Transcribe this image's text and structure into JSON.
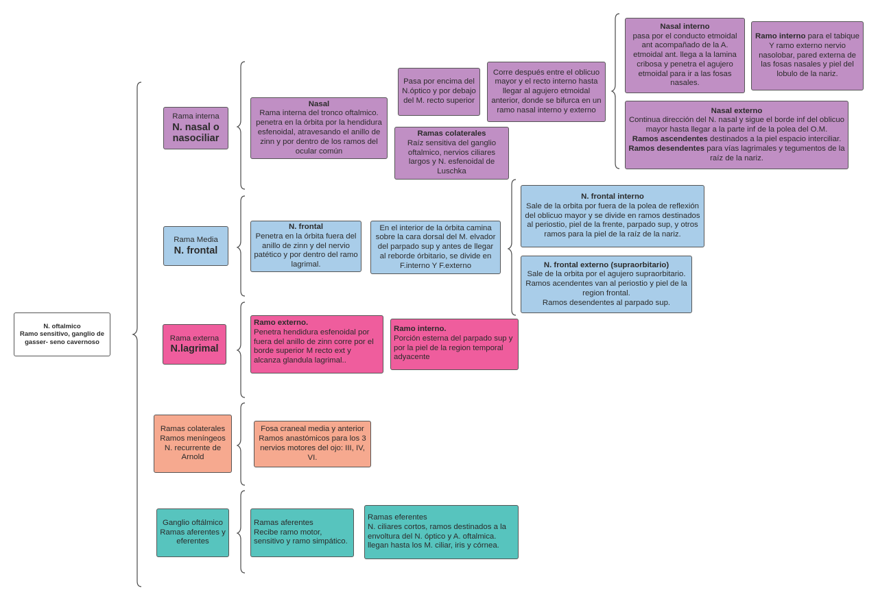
{
  "root": {
    "title": "N. oftalmico",
    "subtitle": "Ramo sensitivo, ganglio de gasser- seno cavernoso"
  },
  "nasal": {
    "branch": {
      "label": "Rama interna",
      "name": "N. nasal o nasociliar"
    },
    "main": {
      "title": "Nasal",
      "text": "Rama interna del tronco oftalmico. penetra en la órbita por la hendidura esfenoidal, atravesando el anillo de zinn y por dentro de los ramos del ocular común"
    },
    "pasa": {
      "text": "Pasa por encima del N.óptico y por debajo del M. recto superior"
    },
    "corre": {
      "text": "Corre después entre el oblicuo mayor y el recto interno hasta llegar al agujero etmoidal anterior, donde se bifurca en un ramo nasal interno y externo"
    },
    "colaterales": {
      "title": "Ramas colaterales",
      "text": "Raíz sensitiva del ganglio oftalmico, nervios ciliares largos y N. esfenoidal de Luschka"
    },
    "interno": {
      "title": "Nasal interno",
      "text": "pasa por el conducto etmoidal ant acompañado de la A. etmoidal ant. llega a la lamina cribosa y penetra el agujero etmoidal para ir a las fosas nasales."
    },
    "ramo_interno": {
      "bold": "Ramo interno",
      "text": " para el tabique Y ramo externo nervio nasolobar, pared externa de las fosas nasales y piel del lobulo de la nariz."
    },
    "externo": {
      "title": "Nasal externo",
      "text": "Continua dirección del N. nasal y sigue el borde inf del oblicuo mayor hasta llegar a la parte inf de la polea del O.M.",
      "asc_bold": "Ramos ascendentes",
      "asc_text": " destinados a la piel espacio interciliar.",
      "desc_bold": "Ramos desendentes",
      "desc_text": " para vías lagrimales y tegumentos de la raíz de la nariz."
    }
  },
  "frontal": {
    "branch": {
      "label": "Rama Media",
      "name": "N. frontal"
    },
    "main": {
      "title": "N. frontal",
      "text": "Penetra en la órbita fuera del anillo de zinn y del nervio patético y por dentro del ramo lagrimal."
    },
    "interior": {
      "text": "En el interior de la órbita camina sobre la cara dorsal del M. elvador del parpado sup y antes de llegar al reborde órbitario, se divide en F.interno Y F.externo"
    },
    "interno": {
      "title": "N. frontal interno",
      "text": "Sale de la orbita por fuera de la polea de reflexión del oblicuo mayor y se divide en ramos destinados al periostio, piel de la frente, parpado sup, y otros ramos para la piel de la raíz de la nariz."
    },
    "externo": {
      "title": "N. frontal externo (supraorbitario)",
      "text": "Sale de la orbita por el agujero supraorbitario. Ramos acendentes van al periostio y piel de la region frontal.",
      "text2": "Ramos desendentes al parpado sup."
    }
  },
  "lagrimal": {
    "branch": {
      "label": "Rama externa",
      "name": "N.lagrimal"
    },
    "externo": {
      "title": "Ramo  externo.",
      "text": " Penetra hendidura esfenoidal por fuera del anillo de zinn corre por el borde superior M recto ext y alcanza glandula lagrimal.."
    },
    "interno": {
      "title": "Ramo interno.",
      "text": " Porción esterna del parpado sup y por la piel de la region temporal adyacente"
    }
  },
  "colaterales": {
    "branch": {
      "line1": "Ramas colaterales",
      "line2": "Ramos meníngeos",
      "line3": "N. recurrente de Arnold"
    },
    "fosa": {
      "line1": "Fosa craneal media y anterior",
      "line2": "Ramos anastómicos para los 3 nervios motores del ojo: III, IV, VI."
    }
  },
  "ganglio": {
    "branch": {
      "line1": "Ganglio oftálmico",
      "line2": "Ramas aferentes y eferentes"
    },
    "aferentes": {
      "line1": "Ramas aferentes",
      "line2": "Recibe ramo motor, sensitivo y ramo simpático."
    },
    "eferentes": {
      "line1": "Ramas eferentes",
      "line2": "N. ciliares cortos, ramos destinados a la envoltura del N. óptico y A. oftalmica. llegan hasta los M. ciliar, iris y córnea."
    }
  },
  "colors": {
    "purple": "#c08fc4",
    "blue": "#a9cde9",
    "pink": "#ef5d9d",
    "salmon": "#f6a98f",
    "teal": "#57c4be"
  }
}
